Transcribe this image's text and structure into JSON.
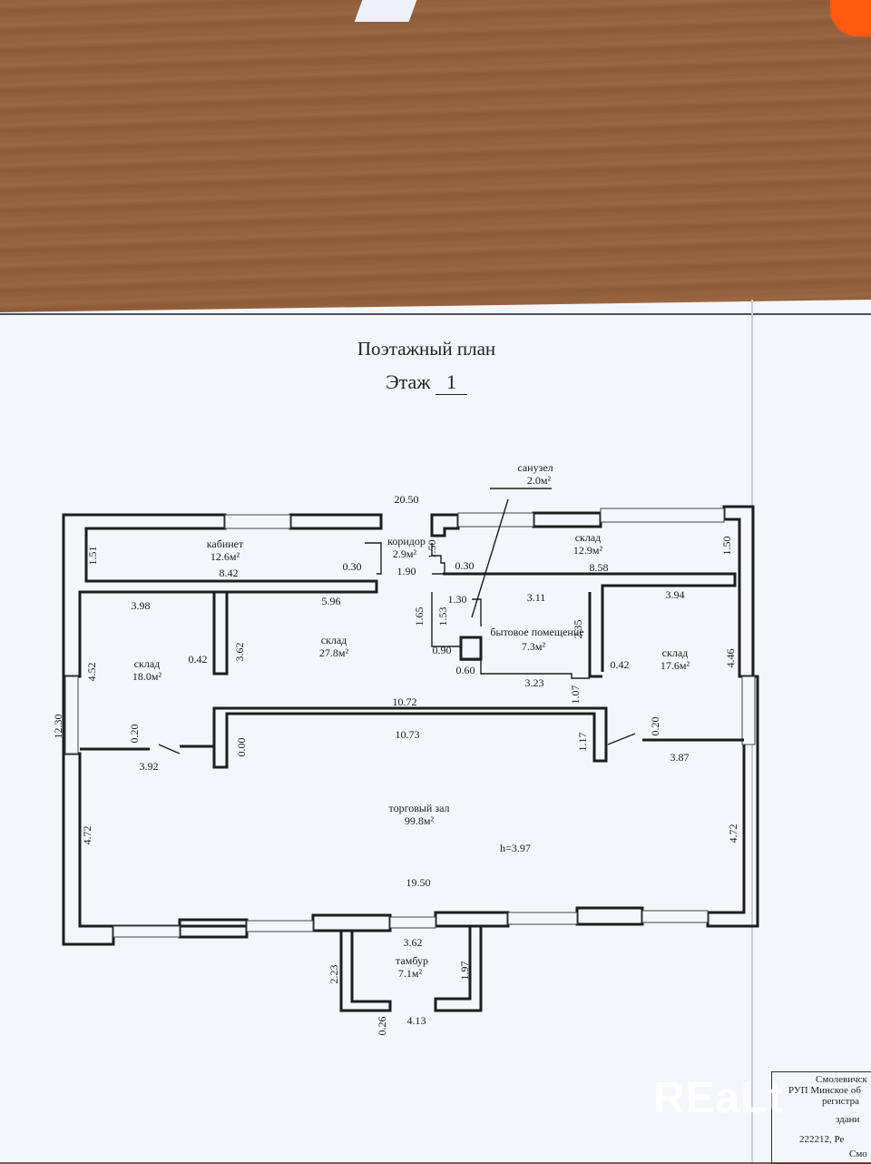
{
  "title": "Поэтажный план",
  "floor_label": "Этаж",
  "floor_number": "1",
  "rooms": [
    {
      "name": "кабинет",
      "area": "12.6м²"
    },
    {
      "name": "коридор",
      "area": "2.9м²"
    },
    {
      "name": "санузел",
      "area": "2.0м²"
    },
    {
      "name": "склад",
      "area": "12.9м²"
    },
    {
      "name": "склад",
      "area": "27.8м²"
    },
    {
      "name": "склад",
      "area": "18.0м²"
    },
    {
      "name": "бытовое помещение",
      "area": "7.3м²"
    },
    {
      "name": "склад",
      "area": "17.6м²"
    },
    {
      "name": "торговый зал",
      "area": "99.8м²"
    },
    {
      "name": "тамбур",
      "area": "7.1м²"
    }
  ],
  "height_note": "h=3.97",
  "dimensions": [
    "20.50",
    "1.51",
    "8.42",
    "0.30",
    "1.90",
    "1.50",
    "0.30",
    "8.58",
    "1.50",
    "3.98",
    "5.96",
    "1.65",
    "1.53",
    "1.30",
    "3.11",
    "2.35",
    "3.94",
    "0.42",
    "3.62",
    "0.90",
    "0.60",
    "3.23",
    "0.42",
    "4.52",
    "4.46",
    "1.07",
    "12.30",
    "10.72",
    "0.20",
    "10.73",
    "0.20",
    "0.00",
    "1.17",
    "3.92",
    "3.87",
    "4.72",
    "4.72",
    "19.50",
    "3.62",
    "2.23",
    "1.97",
    "0.26",
    "4.13"
  ],
  "stamp_lines": [
    "Смолевичск",
    "РУП Минское об",
    "регистра",
    "здани",
    "222212, Ре",
    "Смо"
  ],
  "watermark": "REaLt",
  "colors": {
    "paper": "#f4f6fb",
    "ink": "#1d1d1d",
    "desk": "#93603c"
  }
}
